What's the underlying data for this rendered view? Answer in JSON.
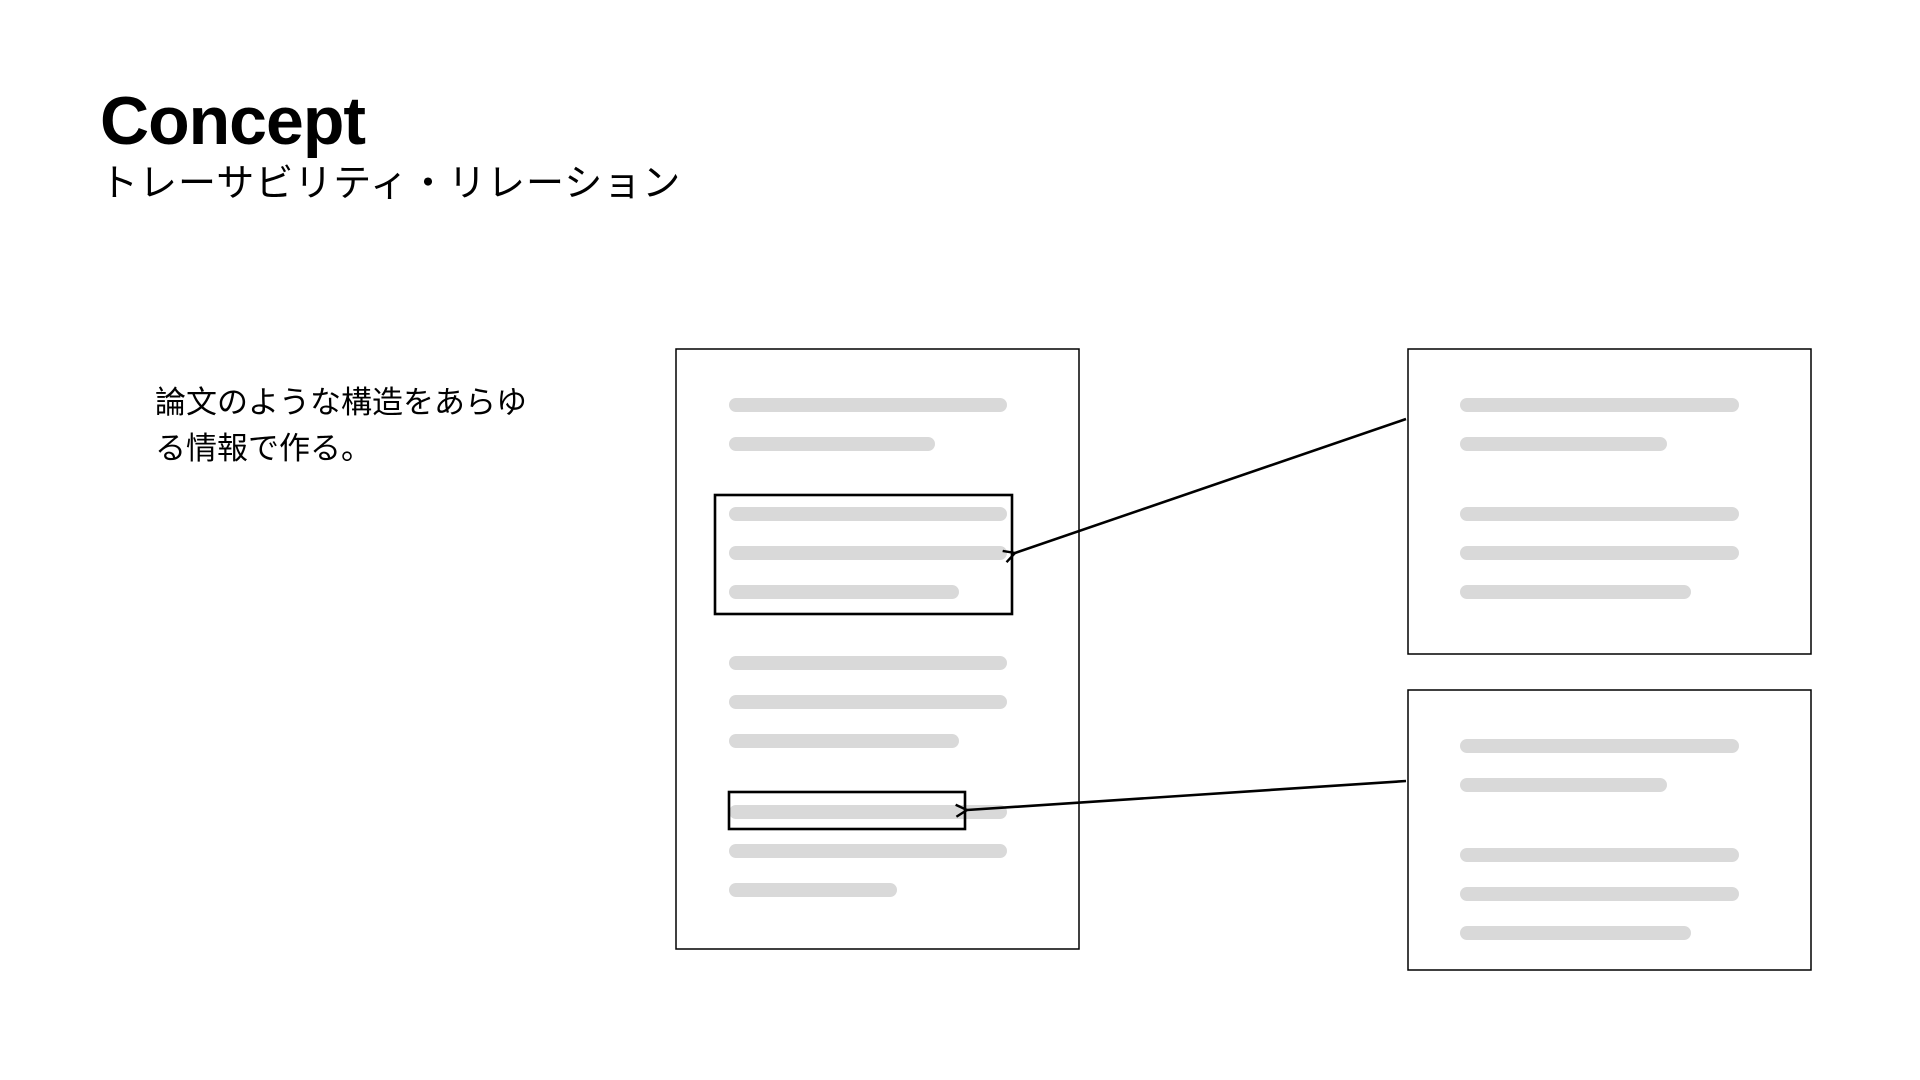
{
  "slide": {
    "title": "Concept",
    "subtitle": "トレーサビリティ・リレーション",
    "description_line1": "論文のような構造をあらゆ",
    "description_line2": "る情報で作る。"
  },
  "colors": {
    "text": "#000000",
    "placeholder_line": "#d9d9d9",
    "document_border": "#000000",
    "background": "#ffffff"
  },
  "diagram": {
    "documents": [
      {
        "name": "main-document",
        "role": "target"
      },
      {
        "name": "source-document-top",
        "role": "source"
      },
      {
        "name": "source-document-bottom",
        "role": "source"
      }
    ],
    "relations": [
      {
        "from": "source-document-top",
        "to": "main-document-highlight-block"
      },
      {
        "from": "source-document-bottom",
        "to": "main-document-highlight-line"
      }
    ]
  }
}
